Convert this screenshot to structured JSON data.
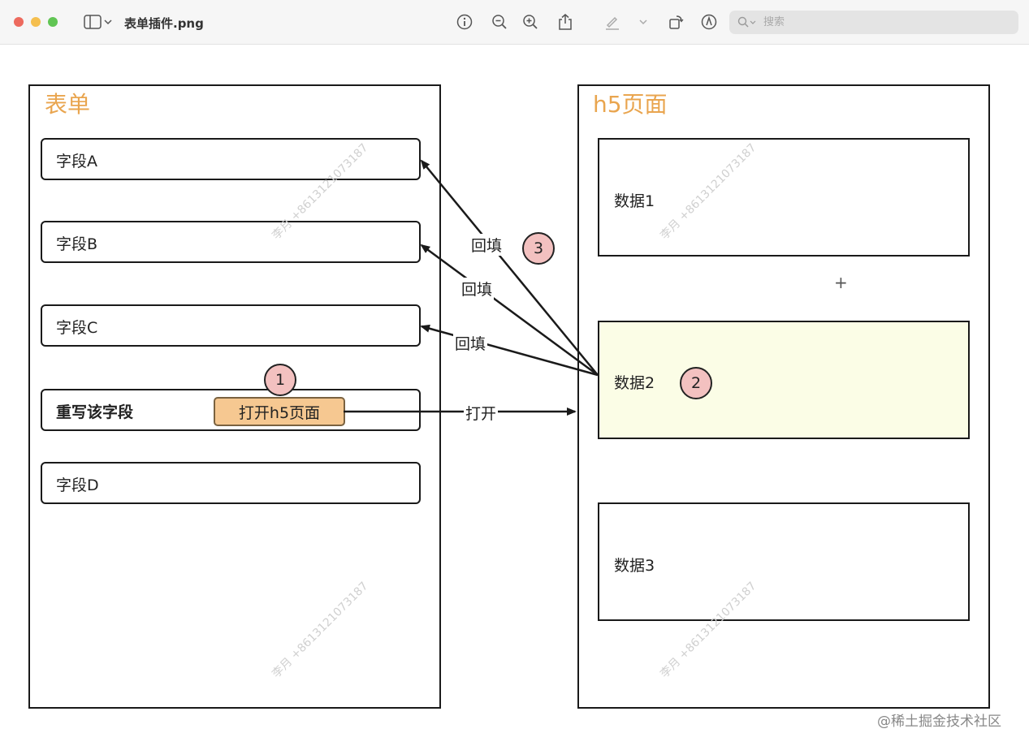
{
  "window": {
    "title": "表单插件.png",
    "search_placeholder": "搜索"
  },
  "form_panel": {
    "title": "表单",
    "fields": [
      "字段A",
      "字段B",
      "字段C"
    ],
    "override_field": "重写该字段",
    "open_button": "打开h5页面",
    "last_field": "字段D"
  },
  "h5_panel": {
    "title": "h5页面",
    "data_items": [
      "数据1",
      "数据2",
      "数据3"
    ]
  },
  "arrows": {
    "fill_back": "回填",
    "open": "打开"
  },
  "badges": [
    "1",
    "2",
    "3"
  ],
  "plus_sign": "+",
  "watermark": "李月 +8613121073187",
  "footer_watermark": "@稀土掘金技术社区",
  "colors": {
    "title_orange": "#e9a54f",
    "button_fill": "#f6c891",
    "badge_fill": "#f3c1c0",
    "highlight_fill": "#fbfde6"
  }
}
